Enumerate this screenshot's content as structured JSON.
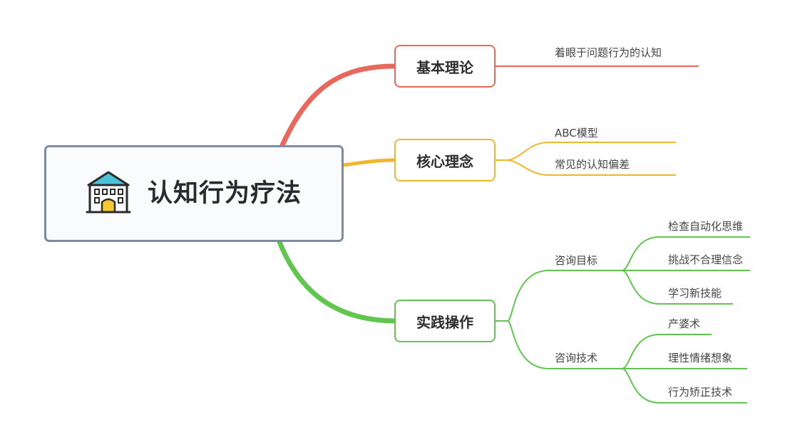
{
  "root": {
    "title": "认知行为疗法",
    "icon": "house-icon"
  },
  "colors": {
    "red": "#e8685c",
    "orange": "#f2b52f",
    "green": "#61c550",
    "root_border": "#7d8ba3"
  },
  "branches": [
    {
      "label": "基本理论",
      "color": "#e8685c",
      "leaves": [
        "着眼于问题行为的认知"
      ]
    },
    {
      "label": "核心理念",
      "color": "#f2b52f",
      "leaves": [
        "ABC模型",
        "常见的认知偏差"
      ]
    },
    {
      "label": "实践操作",
      "color": "#61c550",
      "groups": [
        {
          "label": "咨询目标",
          "leaves": [
            "检查自动化思维",
            "挑战不合理信念",
            "学习新技能"
          ]
        },
        {
          "label": "咨询技术",
          "leaves": [
            "产婆术",
            "理性情绪想象",
            "行为矫正技术"
          ]
        }
      ]
    }
  ]
}
